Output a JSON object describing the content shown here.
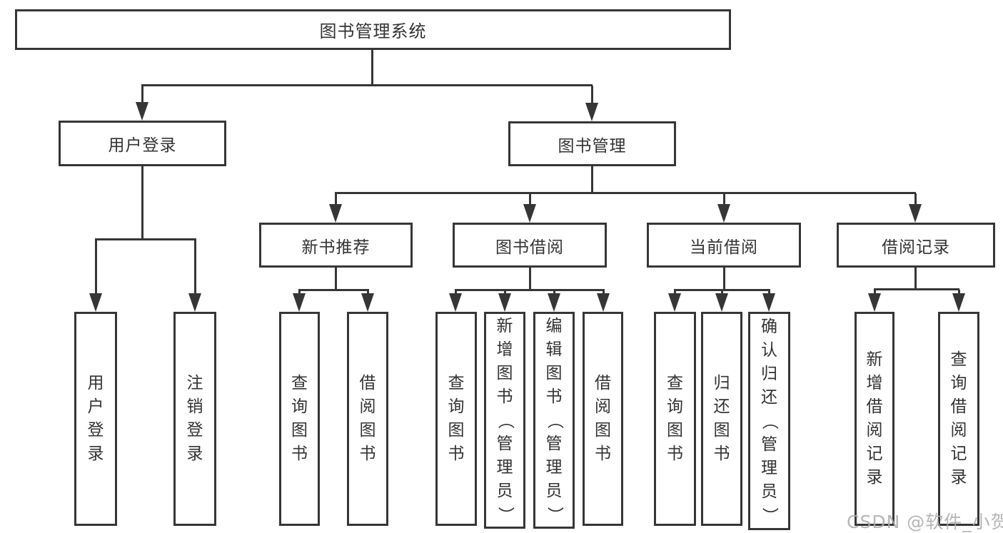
{
  "diagram": {
    "title": "图书管理系统",
    "level2": [
      {
        "label": "用户登录"
      },
      {
        "label": "图书管理"
      }
    ],
    "level3": [
      {
        "label": "新书推荐"
      },
      {
        "label": "图书借阅"
      },
      {
        "label": "当前借阅"
      },
      {
        "label": "借阅记录"
      }
    ],
    "leaves": {
      "login": [
        "用户登录",
        "注销登录"
      ],
      "recommend": [
        "查询图书",
        "借阅图书"
      ],
      "borrow": [
        "查询图书",
        "新增图书（管理员）",
        "编辑图书（管理员）",
        "借阅图书"
      ],
      "current": [
        "查询图书",
        "归还图书",
        "确认归还（管理员）"
      ],
      "records": [
        "新增借阅记录",
        "查询借阅记录"
      ]
    }
  },
  "watermark": {
    "text": "CSDN @软件_小贺同学",
    "color": "#acacac"
  },
  "colors": {
    "line": "#363636",
    "box_border": "#363636",
    "text": "#333333",
    "background": "#ffffff"
  }
}
